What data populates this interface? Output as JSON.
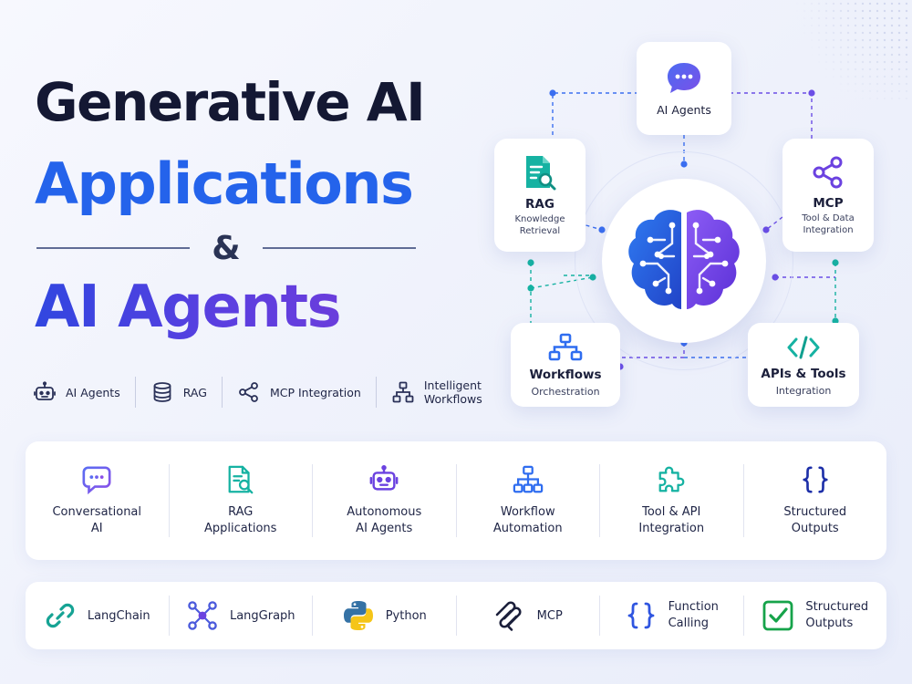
{
  "title": {
    "line1": "Generative AI",
    "line2": "Applications",
    "ampersand": "&",
    "line3": "AI Agents"
  },
  "tags": [
    {
      "icon": "robot-icon",
      "label": "AI Agents"
    },
    {
      "icon": "database-icon",
      "label": "RAG"
    },
    {
      "icon": "share-icon",
      "label": "MCP Integration"
    },
    {
      "icon": "hierarchy-icon",
      "line1": "Intelligent",
      "line2": "Workflows"
    }
  ],
  "diagram": {
    "center_icon": "brain-icon",
    "nodes": {
      "agents": {
        "icon": "chat-bubble-icon",
        "title": "AI Agents"
      },
      "rag": {
        "icon": "document-search-icon",
        "title": "RAG",
        "sub1": "Knowledge",
        "sub2": "Retrieval"
      },
      "mcp": {
        "icon": "share-icon",
        "title": "MCP",
        "sub1": "Tool & Data",
        "sub2": "Integration"
      },
      "workflows": {
        "icon": "hierarchy-icon",
        "title": "Workflows",
        "sub1": "Orchestration"
      },
      "apis": {
        "icon": "code-icon",
        "title": "APIs & Tools",
        "sub1": "Integration"
      }
    }
  },
  "applications": [
    {
      "icon": "chat-bubble-icon",
      "line1": "Conversational",
      "line2": "AI"
    },
    {
      "icon": "document-search-icon",
      "line1": "RAG",
      "line2": "Applications"
    },
    {
      "icon": "robot-icon",
      "line1": "Autonomous",
      "line2": "AI Agents"
    },
    {
      "icon": "hierarchy-icon",
      "line1": "Workflow",
      "line2": "Automation"
    },
    {
      "icon": "puzzle-icon",
      "line1": "Tool & API",
      "line2": "Integration"
    },
    {
      "icon": "braces-icon",
      "line1": "Structured",
      "line2": "Outputs"
    }
  ],
  "technologies": [
    {
      "icon": "chain-link-icon",
      "label": "LangChain"
    },
    {
      "icon": "graph-icon",
      "label": "LangGraph"
    },
    {
      "icon": "python-icon",
      "label": "Python"
    },
    {
      "icon": "mcp-logo-icon",
      "label": "MCP"
    },
    {
      "icon": "braces-icon",
      "line1": "Function",
      "line2": "Calling"
    },
    {
      "icon": "checkbox-icon",
      "line1": "Structured",
      "line2": "Outputs"
    }
  ],
  "colors": {
    "blue": "#2463eb",
    "purple": "#5a3fe0",
    "teal": "#10b3a3",
    "dark": "#141833"
  }
}
